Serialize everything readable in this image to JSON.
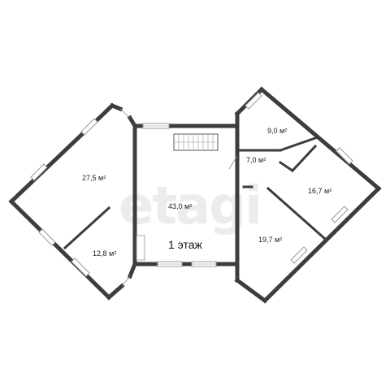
{
  "watermark": "etagi",
  "floor_label": "1 этаж",
  "rooms": {
    "left_big": "27,5  м²",
    "left_small": "12,8 м²",
    "center": "43,0 м²",
    "right_top": "9,0 м²",
    "right_hall": "7,0 м²",
    "right_mid": "16,7 м²",
    "right_bottom": "19,7 м²"
  },
  "colors": {
    "wall": "#3d3d3d",
    "window": "#9a9a9a",
    "watermark": "#ececec"
  }
}
